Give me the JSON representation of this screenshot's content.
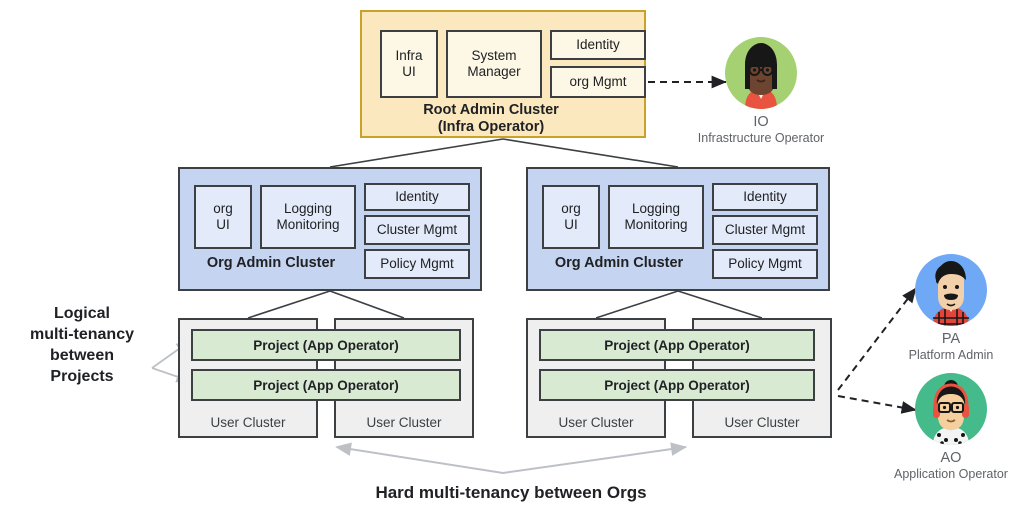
{
  "diagram": {
    "root_cluster": {
      "title_line1": "Root Admin Cluster",
      "title_line2": "(Infra Operator)",
      "components": [
        {
          "label": "Infra\nUI",
          "line1": "Infra",
          "line2": "UI"
        },
        {
          "label": "System Manager",
          "line1": "System",
          "line2": "Manager"
        },
        {
          "label": "Identity"
        },
        {
          "label": "org Mgmt"
        }
      ],
      "fill": "#fbe8bf",
      "border": "#c9a227"
    },
    "org_clusters": [
      {
        "title": "Org Admin Cluster",
        "components": [
          {
            "line1": "org",
            "line2": "UI"
          },
          {
            "line1": "Logging",
            "line2": "Monitoring"
          },
          {
            "label": "Identity"
          },
          {
            "label": "Cluster Mgmt"
          },
          {
            "label": "Policy Mgmt"
          }
        ],
        "fill": "#c5d4f0",
        "user_clusters": [
          {
            "label": "User Cluster"
          },
          {
            "label": "User Cluster"
          }
        ],
        "projects": [
          {
            "label": "Project (App Operator)"
          },
          {
            "label": "Project (App Operator)"
          }
        ]
      },
      {
        "title": "Org Admin Cluster",
        "components": [
          {
            "line1": "org",
            "line2": "UI"
          },
          {
            "line1": "Logging",
            "line2": "Monitoring"
          },
          {
            "label": "Identity"
          },
          {
            "label": "Cluster Mgmt"
          },
          {
            "label": "Policy Mgmt"
          }
        ],
        "fill": "#c5d4f0",
        "user_clusters": [
          {
            "label": "User Cluster"
          },
          {
            "label": "User Cluster"
          }
        ],
        "projects": [
          {
            "label": "Project (App Operator)"
          },
          {
            "label": "Project  (App Operator)"
          }
        ]
      }
    ],
    "captions": {
      "left": "Logical multi-tenancy between Projects",
      "left_line1": "Logical",
      "left_line2": "multi-tenancy",
      "left_line3": "between",
      "left_line4": "Projects",
      "bottom": "Hard multi-tenancy between Orgs"
    },
    "personas": [
      {
        "abbr": "IO",
        "role": "Infrastructure Operator",
        "bg": "#a5d173",
        "icon": "person-avatar-io"
      },
      {
        "abbr": "PA",
        "role": "Platform Admin",
        "bg": "#6fa8f5",
        "icon": "person-avatar-pa"
      },
      {
        "abbr": "AO",
        "role": "Application Operator",
        "bg": "#45ba8b",
        "icon": "person-avatar-ao"
      }
    ],
    "colors": {
      "project_fill": "#d9ead3",
      "user_cluster_fill": "#efefef",
      "stroke": "#3c4043",
      "arrow_light": "#bdc1c6"
    }
  }
}
